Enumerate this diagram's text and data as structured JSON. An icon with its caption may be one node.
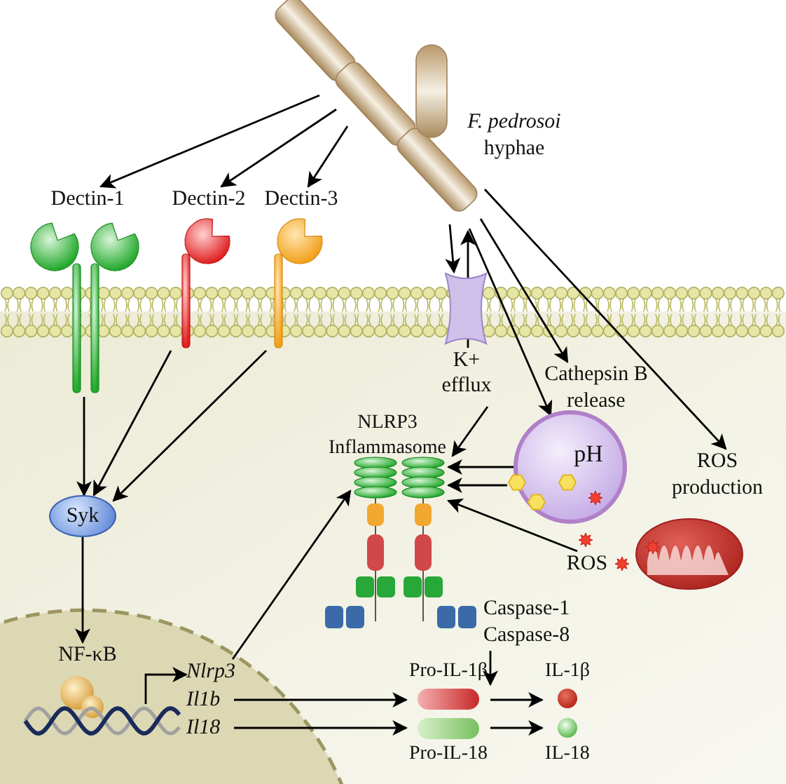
{
  "diagram": {
    "nodes": [
      {
        "text": [
          "*F. pedrosoi* hyphae"
        ]
      },
      {
        "text": [
          "Dectin-1"
        ]
      },
      {
        "text": [
          "Dectin-2"
        ]
      },
      {
        "text": [
          "Dectin-3"
        ]
      },
      {
        "text": [
          "K+ efflux"
        ]
      },
      {
        "text": [
          "Cathepsin B release"
        ]
      },
      {
        "text": [
          "NLRP3 Inflammasome"
        ]
      },
      {
        "text": [
          "pH"
        ]
      },
      {
        "text": [
          "ROS production"
        ]
      },
      {
        "text": [
          "Syk"
        ]
      },
      {
        "text": [],
        "shape": "hexagon"
      },
      {
        "text": [
          "ROS"
        ]
      },
      {
        "text": [
          "Caspase-1",
          "Caspase-8"
        ]
      },
      {
        "text": [
          "NF-κB"
        ]
      },
      {
        "text": [],
        "shape": "picture"
      },
      {
        "text": [
          "Nlrp3"
        ]
      },
      {
        "text": [
          "Il1b"
        ]
      },
      {
        "text": [
          "Il18"
        ]
      },
      {
        "text": [
          "Pro-IL-1β"
        ]
      },
      {
        "text": [
          "IL-1β"
        ]
      },
      {
        "text": [
          "Pro-IL-18"
        ]
      },
      {
        "text": [
          "IL-18"
        ]
      }
    ],
    "edges": [
      {
        "from": 0,
        "to": 1,
        "arrow": "to"
      },
      {
        "from": 0,
        "to": 2,
        "arrow": "to"
      },
      {
        "from": 0,
        "to": 3,
        "arrow": "to"
      },
      {
        "from": 0,
        "to": 4,
        "arrow": "to"
      },
      {
        "from": 4,
        "to": 0,
        "arrow": "to"
      },
      {
        "from": 4,
        "to": 6,
        "arrow": "to"
      },
      {
        "from": 0,
        "to": 5,
        "arrow": "to"
      },
      {
        "from": 0,
        "to": 7,
        "arrow": "to"
      },
      {
        "from": 0,
        "to": 8,
        "arrow": "to"
      },
      {
        "from": 1,
        "to": 9,
        "arrow": "to"
      },
      {
        "from": 2,
        "to": 9,
        "arrow": "to"
      },
      {
        "from": 3,
        "to": 9,
        "arrow": "to"
      },
      {
        "from": 7,
        "to": 6,
        "arrow": "to"
      },
      {
        "from": 10,
        "to": 6,
        "arrow": "to"
      },
      {
        "from": 11,
        "to": 6,
        "arrow": "to"
      },
      {
        "from": 9,
        "to": 13,
        "arrow": "to"
      },
      {
        "from": 14,
        "to": 15,
        "arrow": "to"
      },
      {
        "from": 15,
        "to": 6,
        "arrow": "to"
      },
      {
        "from": 16,
        "to": 18,
        "arrow": "to"
      },
      {
        "from": 17,
        "to": 20,
        "arrow": "to"
      },
      {
        "from": 18,
        "to": 19,
        "arrow": "to"
      },
      {
        "from": 20,
        "to": 21,
        "arrow": "to"
      },
      {
        "from": 12,
        "to": 18,
        "arrow": "to"
      }
    ]
  }
}
